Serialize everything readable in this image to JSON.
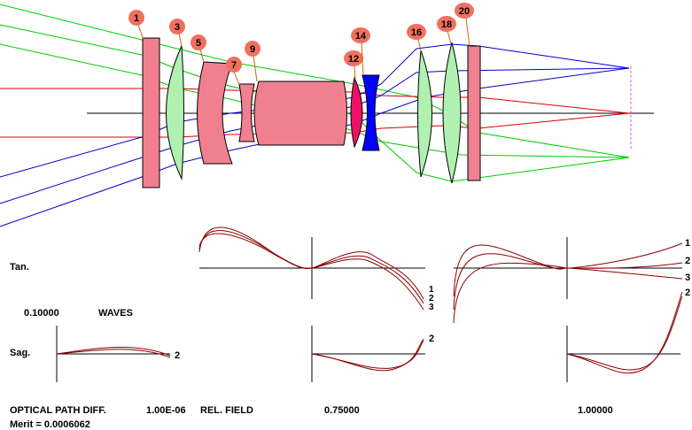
{
  "surface_labels": [
    "1",
    "3",
    "5",
    "7",
    "9",
    "12",
    "14",
    "16",
    "18",
    "20"
  ],
  "plot_labels": {
    "tan": "Tan.",
    "sag": "Sag.",
    "scale_value": "0.10000",
    "scale_units": "WAVES",
    "opd": "OPTICAL PATH DIFF.",
    "wavelength": "1.00E-06",
    "rel_field": "REL. FIELD",
    "field_mid": "0.75000",
    "field_max": "1.00000",
    "merit": "Merit = 0.0006062"
  },
  "curve_numbers": {
    "mid_tan": [
      "1",
      "2",
      "3"
    ],
    "right_tan": [
      "1",
      "2",
      "3",
      "2"
    ],
    "left_sag": [
      "2"
    ],
    "mid_sag": [
      "2"
    ]
  },
  "colors": {
    "ray_green": "#00cc00",
    "ray_red": "#dd0000",
    "ray_blue": "#0000cc",
    "lens_pink": "#f08090",
    "lens_green": "#b0f0b0",
    "lens_blue": "#0000ff",
    "lens_magenta": "#ee1166",
    "label_fill": "#f07060",
    "curve": "#8b0000"
  }
}
